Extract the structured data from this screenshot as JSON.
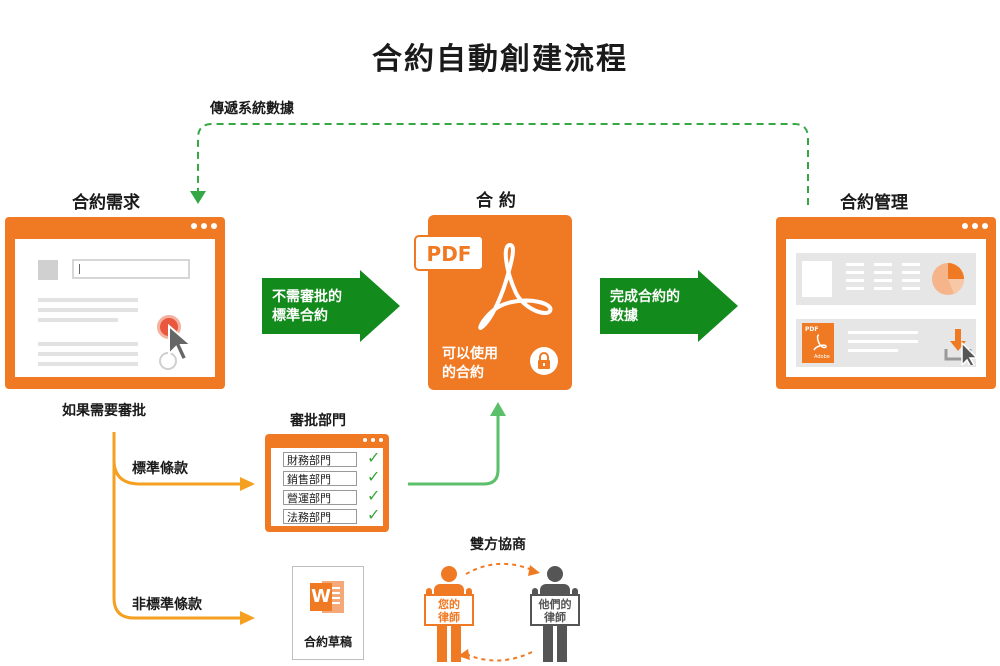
{
  "title": "合約自動創建流程",
  "labels": {
    "feedback": "傳遞系統數據",
    "requirement": "合約需求",
    "contract": "合 約",
    "management": "合約管理",
    "if_approval": "如果需要審批",
    "approval_dept": "審批部門",
    "standard_terms": "標準條款",
    "non_standard_terms": "非標準條款",
    "negotiation": "雙方協商",
    "draft": "合約草稿"
  },
  "arrows": {
    "no_approval": [
      "不需審批的",
      "標準合約"
    ],
    "done_data": [
      "完成合約的",
      "數據"
    ]
  },
  "pdf_card": {
    "badge": "PDF",
    "caption": [
      "可以使用",
      "的合約"
    ]
  },
  "mgmt_icon": {
    "pdf_text": "PDF",
    "adobe_text": "Adobe"
  },
  "departments": [
    "財務部門",
    "銷售部門",
    "營運部門",
    "法務部門"
  ],
  "lawyers": {
    "yours": [
      "您的",
      "律師"
    ],
    "theirs": [
      "他們的",
      "律師"
    ]
  },
  "word_letter": "W",
  "colors": {
    "orange": "#f07a24",
    "green": "#138a1c",
    "light_green": "#5cbf6a",
    "amber": "#f5a021",
    "gray": "#555555"
  }
}
